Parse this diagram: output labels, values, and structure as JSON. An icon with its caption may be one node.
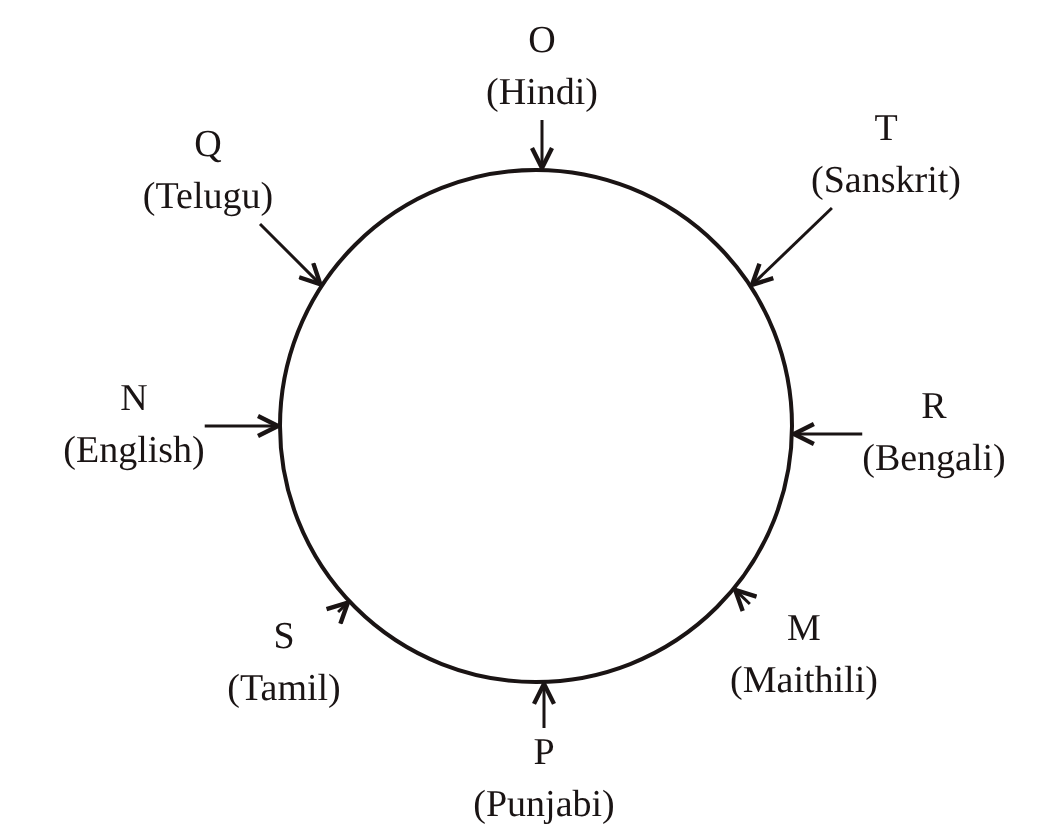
{
  "diagram": {
    "nodes": [
      {
        "text": [],
        "shape": "circle"
      },
      {
        "text": [
          "O",
          "(Hindi)"
        ]
      },
      {
        "text": [
          "Q",
          "(Telugu)"
        ]
      },
      {
        "text": [
          "T",
          "(Sanskrit)"
        ]
      },
      {
        "text": [
          "N",
          "(English)"
        ]
      },
      {
        "text": [
          "R",
          "(Bengali)"
        ]
      },
      {
        "text": [
          "S",
          "(Tamil)"
        ]
      },
      {
        "text": [
          "M",
          "(Maithili)"
        ]
      },
      {
        "text": [
          "P",
          "(Punjabi)"
        ]
      }
    ],
    "edges": [
      {
        "from": 1,
        "to": 0,
        "arrow": "to"
      },
      {
        "from": 2,
        "to": 0,
        "arrow": "to"
      },
      {
        "from": 3,
        "to": 0,
        "arrow": "to"
      },
      {
        "from": 4,
        "to": 0,
        "arrow": "to"
      },
      {
        "from": 5,
        "to": 0,
        "arrow": "to"
      },
      {
        "from": 6,
        "to": 0,
        "arrow": "to"
      },
      {
        "from": 7,
        "to": 0,
        "arrow": "to"
      },
      {
        "from": 8,
        "to": 0,
        "arrow": "to"
      }
    ]
  }
}
